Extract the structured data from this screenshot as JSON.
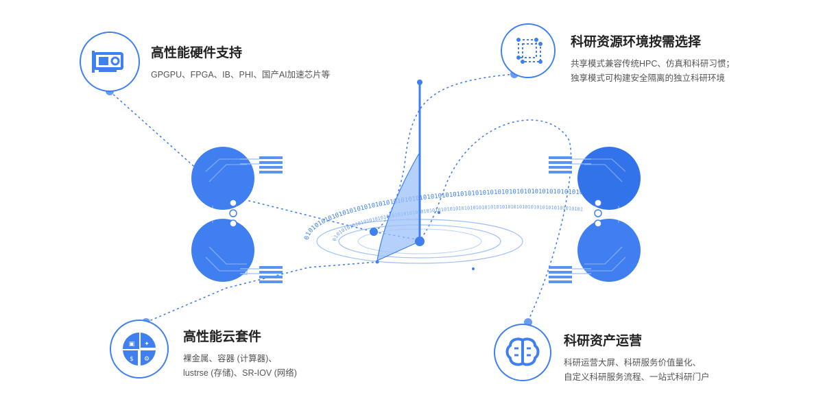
{
  "features": {
    "hardware": {
      "title": "高性能硬件支持",
      "lines": [
        "GPGPU、FPGA、IB、PHI、国产AI加速芯片等"
      ],
      "icon": "gpu-card-icon"
    },
    "environment": {
      "title": "科研资源环境按需选择",
      "lines": [
        "共享模式兼容传统HPC、仿真和科研习惯；",
        "独享模式可构建安全隔离的独立科研环境"
      ],
      "icon": "selection-cube-icon"
    },
    "suite": {
      "title": "高性能云套件",
      "lines": [
        "裸金属、容器 (计算器)、",
        "lustrse (存储)、SR-IOV (网络)"
      ],
      "icon": "suite-quadrant-icon"
    },
    "operation": {
      "title": "科研资产运营",
      "lines": [
        "科研运营大屏、科研服务价值量化、",
        "自定义科研服务流程、一站式科研门户"
      ],
      "icon": "brain-icon"
    }
  },
  "center": {
    "binary_text": "0101010101010101010101010101010101010101010101010101010101010101010101010101010101010101"
  },
  "colors": {
    "primary": "#3f7ff0",
    "light": "#9cc0fa",
    "dark": "#2f6fe8",
    "text": "#333333",
    "sub": "#555555"
  }
}
